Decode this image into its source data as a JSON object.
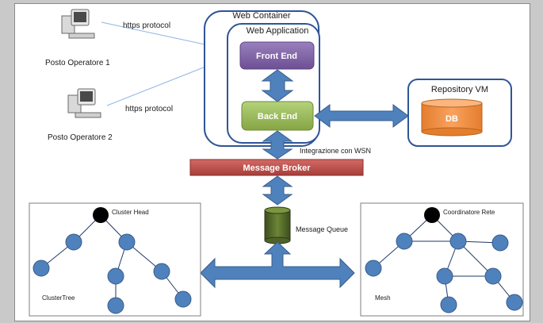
{
  "operators": [
    {
      "label": "Posto Operatore 1",
      "protocol": "https protocol"
    },
    {
      "label": "Posto Operatore 2",
      "protocol": "https protocol"
    }
  ],
  "web_container": {
    "title": "Web Container"
  },
  "web_application": {
    "title": "Web Application"
  },
  "front_end": {
    "label": "Front End",
    "color": "#8064a2"
  },
  "back_end": {
    "label": "Back End",
    "color": "#9bbb59"
  },
  "repository": {
    "title": "Repository VM",
    "db_label": "DB",
    "db_color": "#f79646"
  },
  "integration": {
    "label": "Integrazione con WSN"
  },
  "message_broker": {
    "label": "Message Broker",
    "color": "#c0504d"
  },
  "message_queue": {
    "label": "Message Queue",
    "color": "#4f6228"
  },
  "cluster_tree": {
    "head_label": "Cluster Head",
    "name": "ClusterTree"
  },
  "mesh": {
    "coordinator_label": "Coordinatore Rete",
    "name": "Mesh"
  },
  "colors": {
    "arrow": "#4f81bd",
    "container_border": "#2f5597",
    "node": "#4f81bd",
    "link_line": "#8eb4e3"
  }
}
